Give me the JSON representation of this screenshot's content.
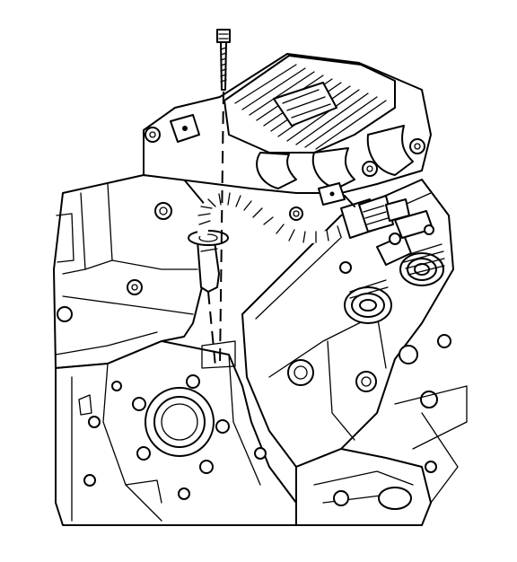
{
  "diagram": {
    "style": "black line-art",
    "colors": {
      "line": "#000000",
      "background": "#ffffff"
    },
    "parts": [
      {
        "name": "bolt-icon"
      },
      {
        "name": "intake-manifold"
      },
      {
        "name": "engine-block"
      },
      {
        "name": "timing-cover"
      },
      {
        "name": "cylinder-head"
      },
      {
        "name": "sensor-with-harness"
      },
      {
        "name": "wiring-harness-connector"
      },
      {
        "name": "rocker-arms-valve-springs"
      }
    ]
  }
}
